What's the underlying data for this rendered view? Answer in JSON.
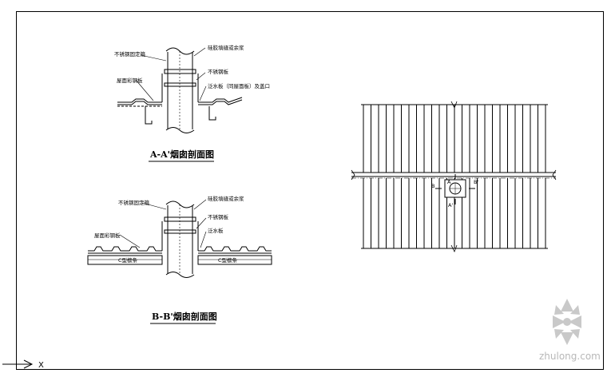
{
  "section_aa": {
    "title": "A-A'烟囱剖面图",
    "labels": {
      "collar": "不锈钢固定箍",
      "sealant": "硅胶填缝或余浆",
      "steel_plate": "不锈钢板",
      "roof_panel": "屋面彩钢板",
      "flashing": "泛水板（同屋面板）及盖口"
    }
  },
  "section_bb": {
    "title": "B-B'烟囱剖面图",
    "labels": {
      "collar": "不锈钢固定箍",
      "sealant": "硅胶填缝或余浆",
      "steel_plate": "不锈钢板",
      "roof_panel": "屋面彩钢板",
      "flashing": "泛水板",
      "purlin_left": "C型檩条",
      "purlin_right": "C型檩条"
    }
  },
  "plan": {
    "mark_b": "B",
    "mark_a": "A",
    "mark_b2": "B'",
    "mark_a2": "A'"
  },
  "ucs": {
    "x_label": "X"
  },
  "watermark": {
    "text": "zhulong.com"
  }
}
